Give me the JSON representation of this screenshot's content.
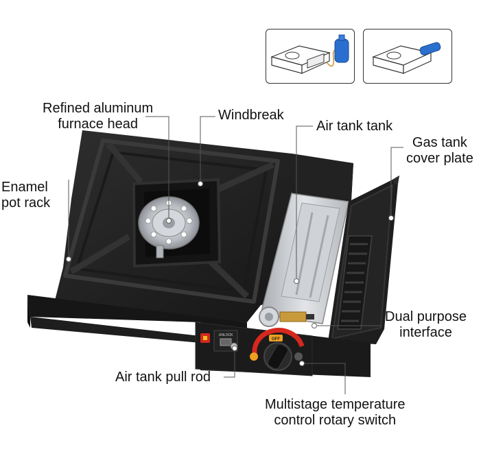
{
  "callouts": {
    "furnace_head": "Refined aluminum\nfurnace head",
    "windbreak": "Windbreak",
    "air_tank": "Air tank tank",
    "gas_cover": "Gas tank\ncover plate",
    "pot_rack": "Enamel\npot rack",
    "dual_interface": "Dual purpose\ninterface",
    "pull_rod": "Air tank pull rod",
    "rotary_switch": "Multistage temperature\ncontrol rotary switch"
  },
  "panel": {
    "knob_off_label": "OFF",
    "lock_label": "UNLOCK"
  },
  "colors": {
    "body": "#1c1c1c",
    "grate": "#262626",
    "steel": "#c9ccd0",
    "accent_red": "#d6281e",
    "accent_orange": "#f0a020",
    "canister_blue": "#2a6fd0"
  }
}
